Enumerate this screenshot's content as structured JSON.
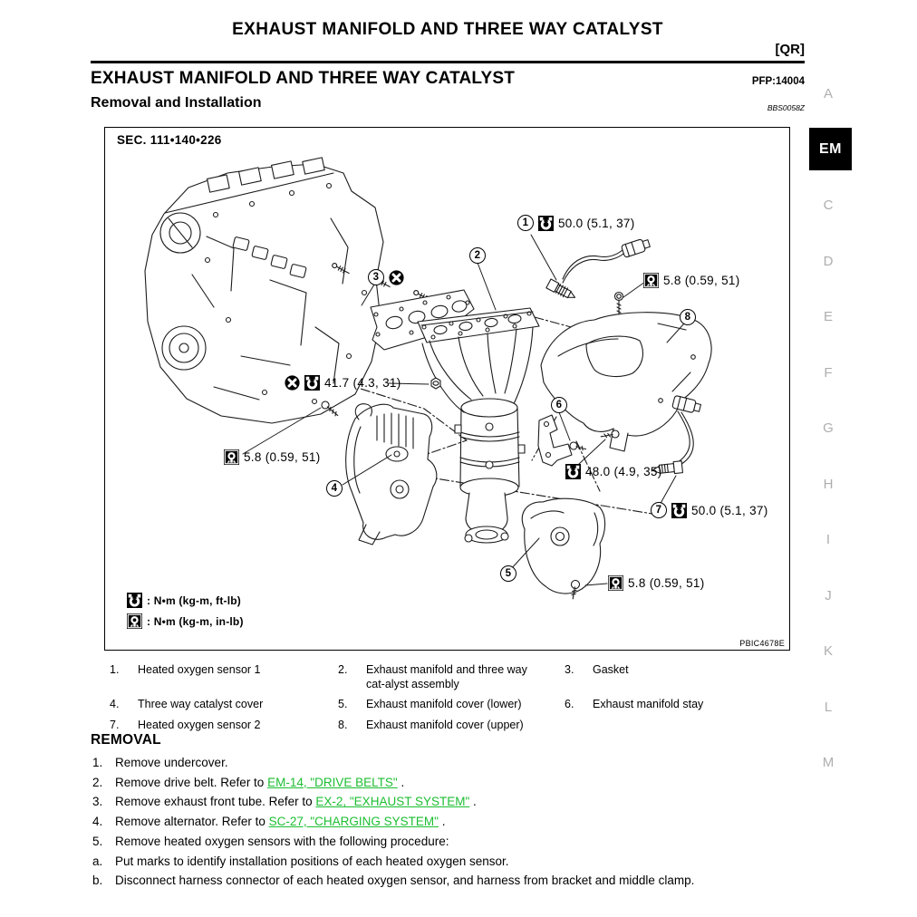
{
  "header": {
    "page_title": "EXHAUST MANIFOLD AND THREE WAY CATALYST",
    "model_code": "[QR]",
    "section_title": "EXHAUST MANIFOLD AND THREE WAY CATALYST",
    "pfp": "PFP:14004",
    "subsection_title": "Removal and Installation",
    "ref_code": "BBS0058Z"
  },
  "figure": {
    "sec_label": "SEC. 111•140•226",
    "image_code": "PBIC4678E",
    "legend": [
      {
        "icon": "ftlb-torque-icon",
        "label": ": N•m (kg-m, ft-lb)"
      },
      {
        "icon": "inlb-torque-icon",
        "label": ": N•m (kg-m, in-lb)"
      }
    ],
    "callouts": {
      "c1": {
        "num": "1",
        "text": "50.0 (5.1, 37)"
      },
      "c1b": {
        "text": "5.8 (0.59, 51)"
      },
      "c2": {
        "num": "2"
      },
      "c3": {
        "num": "3"
      },
      "c41": {
        "text": "41.7 (4.3, 31)"
      },
      "c4b": {
        "text": "5.8 (0.59, 51)"
      },
      "c4": {
        "num": "4"
      },
      "c6": {
        "num": "6"
      },
      "c48": {
        "text": "48.0 (4.9, 35)"
      },
      "c7": {
        "num": "7",
        "text": "50.0 (5.1, 37)"
      },
      "c8": {
        "num": "8"
      },
      "c5": {
        "num": "5"
      },
      "c5b": {
        "text": "5.8 (0.59, 51)"
      }
    }
  },
  "parts": [
    {
      "num": "1.",
      "name": "Heated oxygen sensor 1"
    },
    {
      "num": "2.",
      "name": "Exhaust manifold and three way cat-alyst assembly"
    },
    {
      "num": "3.",
      "name": "Gasket"
    },
    {
      "num": "4.",
      "name": "Three way catalyst cover"
    },
    {
      "num": "5.",
      "name": "Exhaust manifold cover (lower)"
    },
    {
      "num": "6.",
      "name": "Exhaust manifold stay"
    },
    {
      "num": "7.",
      "name": "Heated oxygen sensor 2"
    },
    {
      "num": "8.",
      "name": "Exhaust manifold cover (upper)"
    }
  ],
  "removal": {
    "heading": "REMOVAL",
    "steps": [
      {
        "num": "1.",
        "pre": "Remove undercover.",
        "link": "",
        "post": ""
      },
      {
        "num": "2.",
        "pre": "Remove drive belt. Refer to ",
        "link": "EM-14, \"DRIVE BELTS\"",
        "post": " ."
      },
      {
        "num": "3.",
        "pre": "Remove exhaust front tube. Refer to ",
        "link": "EX-2, \"EXHAUST SYSTEM\"",
        "post": " ."
      },
      {
        "num": "4.",
        "pre": "Remove alternator. Refer to ",
        "link": "SC-27, \"CHARGING SYSTEM\"",
        "post": " ."
      },
      {
        "num": "5.",
        "pre": "Remove heated oxygen sensors with the following procedure:",
        "link": "",
        "post": ""
      },
      {
        "num": "a.",
        "pre": "Put marks to identify installation positions of each heated oxygen sensor.",
        "link": "",
        "post": ""
      },
      {
        "num": "b.",
        "pre": "Disconnect harness connector of each heated oxygen sensor, and harness from bracket and middle clamp.",
        "link": "",
        "post": ""
      }
    ]
  },
  "sidebar": {
    "letters": [
      "A",
      "C",
      "D",
      "E",
      "F",
      "G",
      "H",
      "I",
      "J",
      "K",
      "L",
      "M"
    ],
    "active": "EM"
  },
  "colors": {
    "link_green": "#1cbe32"
  }
}
